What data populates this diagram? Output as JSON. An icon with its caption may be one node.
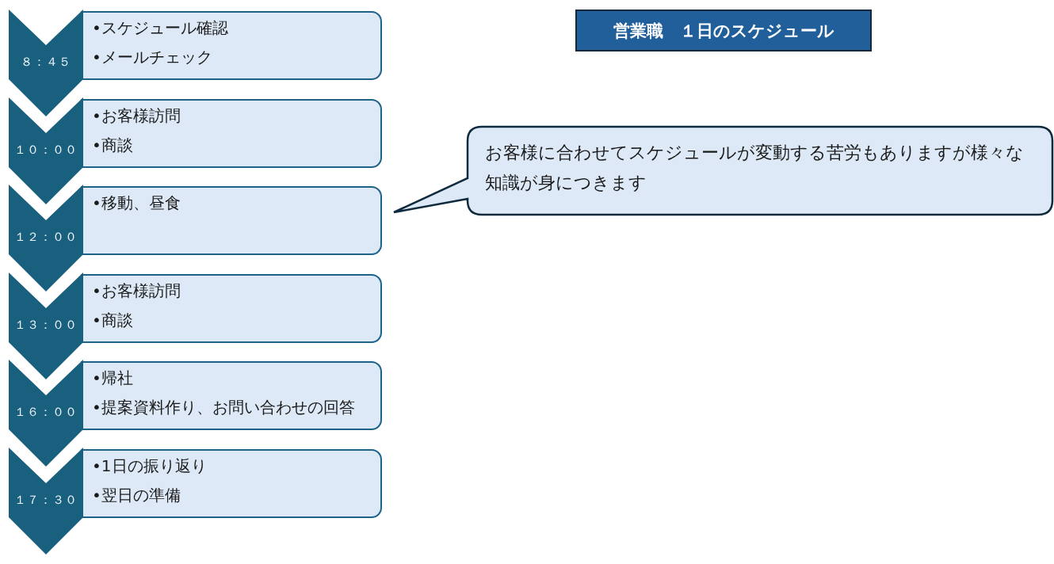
{
  "diagram": {
    "title": "営業職　１日のスケジュール",
    "nodes": [
      {
        "text": [
          "８：４５"
        ]
      },
      {
        "text": [
          "•スケジュール確認",
          "•メールチェック"
        ]
      },
      {
        "text": [
          "１０：００"
        ]
      },
      {
        "text": [
          "•お客様訪問",
          "•商談"
        ]
      },
      {
        "text": [
          "１２：００"
        ]
      },
      {
        "text": [
          "•移動、昼食"
        ]
      },
      {
        "text": [
          "１３：００"
        ]
      },
      {
        "text": [
          "•お客様訪問",
          "•商談"
        ]
      },
      {
        "text": [
          "１６：００"
        ]
      },
      {
        "text": [
          "•帰社",
          "•提案資料作り、お問い合わせの回答"
        ]
      },
      {
        "text": [
          "１７：３０"
        ]
      },
      {
        "text": [
          "•1日の振り返り",
          "•翌日の準備"
        ]
      },
      {
        "text": [
          "お客様に合わせてスケジュールが変動する苦労もありますが様々な知識が身につきます"
        ]
      }
    ]
  }
}
